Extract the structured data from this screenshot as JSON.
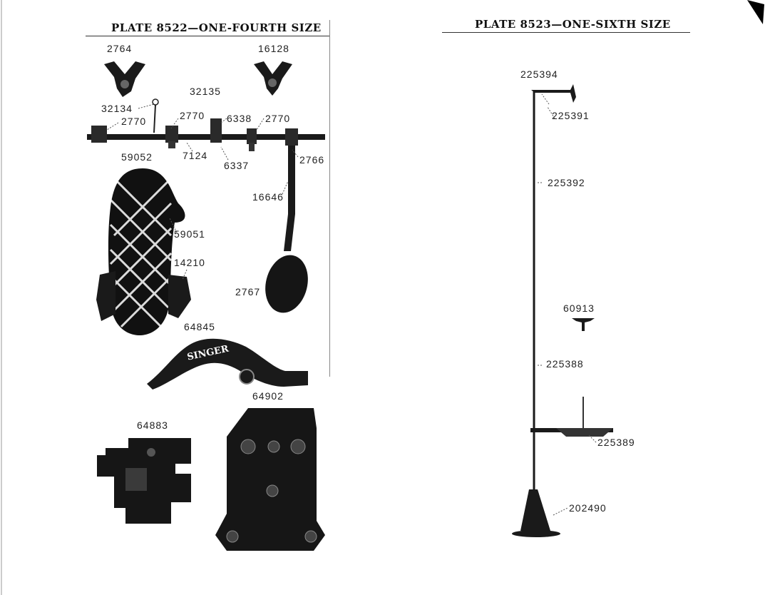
{
  "left_plate": {
    "title": "PLATE 8522—ONE-FOURTH SIZE",
    "parts": {
      "p2764": "2764",
      "p16128": "16128",
      "p32135": "32135",
      "p32134": "32134",
      "p2770a": "2770",
      "p2770b": "2770",
      "p6338": "6338",
      "p2770c": "2770",
      "p59052": "59052",
      "p7124": "7124",
      "p6337": "6337",
      "p2766": "2766",
      "p16646": "16646",
      "p59051": "59051",
      "p14210": "14210",
      "p2767": "2767",
      "p64845": "64845",
      "p64902": "64902",
      "p64883": "64883"
    },
    "brand_text": "SINGER"
  },
  "right_plate": {
    "title": "PLATE 8523—ONE-SIXTH SIZE",
    "parts": {
      "p225394": "225394",
      "p225391": "225391",
      "p225392": "225392",
      "p60913": "60913",
      "p225388": "225388",
      "p225389": "225389",
      "p202490": "202490"
    }
  }
}
